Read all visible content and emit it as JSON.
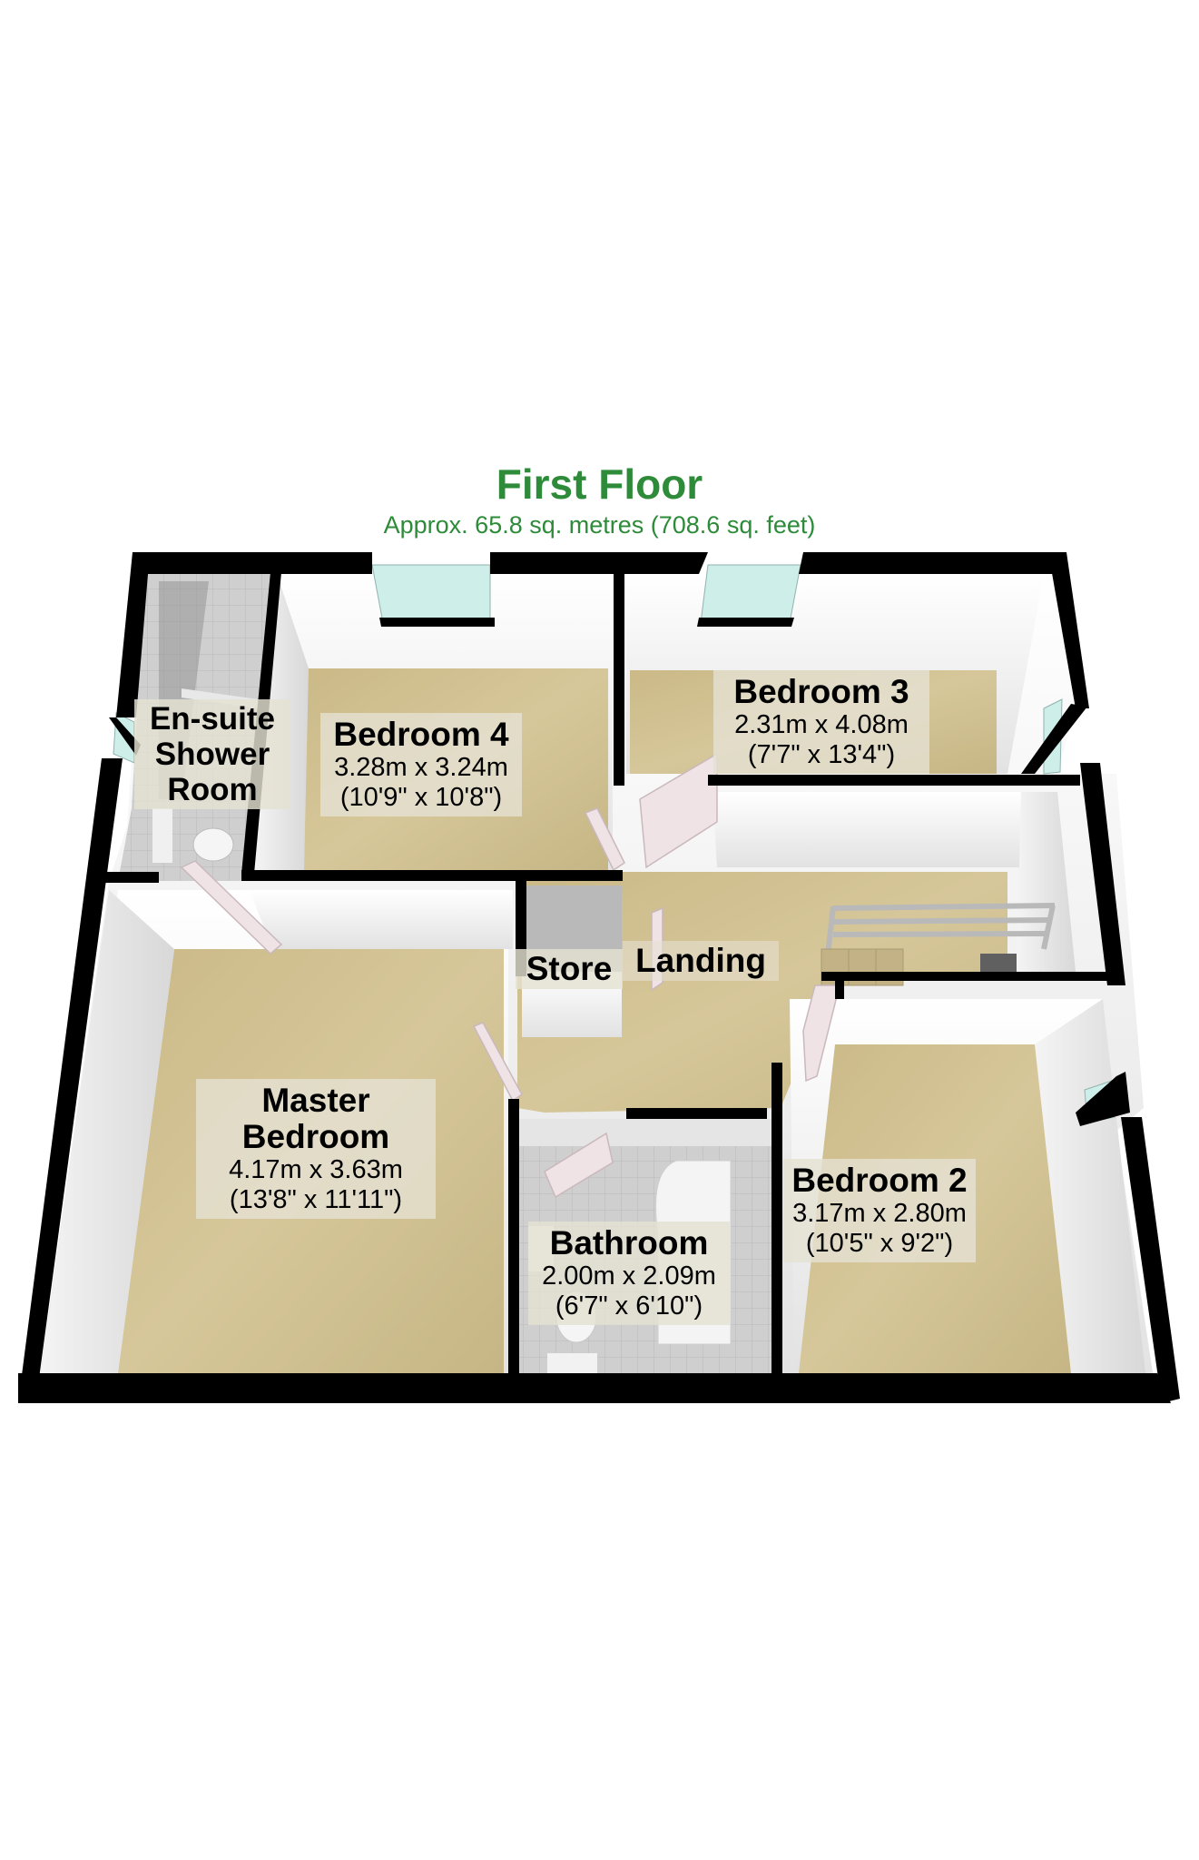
{
  "header": {
    "title": "First Floor",
    "subtitle": "Approx. 65.8 sq. metres (708.6 sq. feet)"
  },
  "colors": {
    "title_green": "#2e8b3a",
    "wall": "#000000",
    "carpet": "#c9b98a",
    "tile_floor": "#c8c8c8",
    "window_glass": "#cdeee9",
    "label_bg": "#e4e0d2"
  },
  "rooms": [
    {
      "id": "ensuite",
      "name_lines": [
        "En-suite",
        "Shower",
        "Room"
      ],
      "metric": "",
      "imperial": ""
    },
    {
      "id": "bedroom4",
      "name_lines": [
        "Bedroom 4"
      ],
      "metric": "3.28m x 3.24m",
      "imperial": "(10'9\" x 10'8\")"
    },
    {
      "id": "bedroom3",
      "name_lines": [
        "Bedroom 3"
      ],
      "metric": "2.31m x 4.08m",
      "imperial": "(7'7\" x 13'4\")"
    },
    {
      "id": "store",
      "name_lines": [
        "Store"
      ],
      "metric": "",
      "imperial": ""
    },
    {
      "id": "landing",
      "name_lines": [
        "Landing"
      ],
      "metric": "",
      "imperial": ""
    },
    {
      "id": "master",
      "name_lines": [
        "Master",
        "Bedroom"
      ],
      "metric": "4.17m x 3.63m",
      "imperial": "(13'8\" x 11'11\")"
    },
    {
      "id": "bathroom",
      "name_lines": [
        "Bathroom"
      ],
      "metric": "2.00m x 2.09m",
      "imperial": "(6'7\" x 6'10\")"
    },
    {
      "id": "bedroom2",
      "name_lines": [
        "Bedroom 2"
      ],
      "metric": "3.17m x 2.80m",
      "imperial": "(10'5\" x 9'2\")"
    }
  ]
}
